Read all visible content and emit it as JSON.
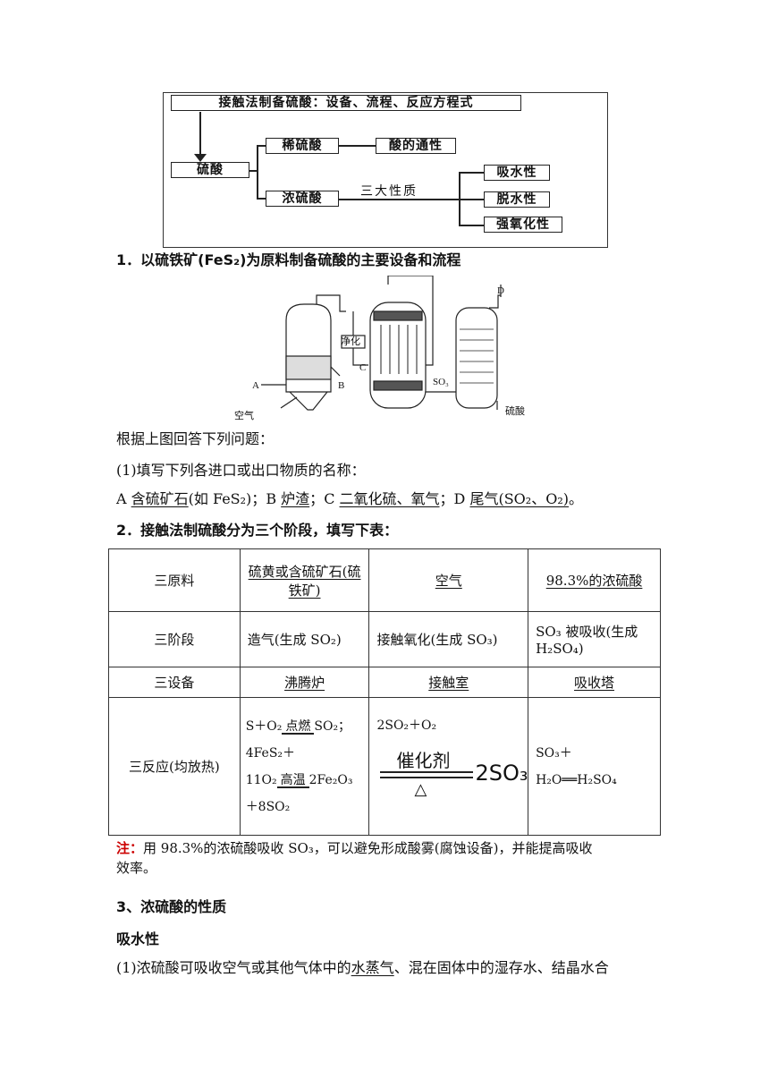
{
  "concept_map": {
    "top": "接触法制备硫酸：设备、流程、反应方程式",
    "root": "硫酸",
    "dilute": "稀硫酸",
    "dilute_prop": "酸的通性",
    "conc": "浓硫酸",
    "three_props_label": "三大性质",
    "props": [
      "吸水性",
      "脱水性",
      "强氧化性"
    ]
  },
  "section1": {
    "heading": "1．以硫铁矿(FeS₂)为原料制备硫酸的主要设备和流程",
    "diagram_labels": {
      "purify": "净化",
      "air": "空气",
      "a": "A",
      "b": "B",
      "c": "C",
      "d": "D",
      "so3": "SO₃",
      "acid": "硫酸"
    },
    "intro": "根据上图回答下列问题：",
    "q1": "(1)填写下列各进口或出口物质的名称：",
    "answer": {
      "a_label": "A ",
      "a": "含硫矿石",
      "a_tail": "(如 FeS₂)；",
      "b_label": "B ",
      "b": "炉渣",
      "b_tail": "；",
      "c_label": "C ",
      "c": "二氧化硫、氧气",
      "c_tail": "；",
      "d_label": "D ",
      "d": "尾气(SO₂、O₂)",
      "d_tail": "。"
    }
  },
  "section2": {
    "heading": "2．接触法制硫酸分为三个阶段，填写下表：",
    "table": {
      "row1": [
        "三原料",
        "硫黄或含硫矿石(硫铁矿)",
        "空气",
        "98.3%的浓硫酸"
      ],
      "row2": [
        "三阶段",
        "造气(生成 SO₂)",
        "接触氧化(生成 SO₃)",
        "SO₃ 被吸收(生成 H₂SO₄)"
      ],
      "row3": [
        "三设备",
        "沸腾炉",
        "接触室",
        "吸收塔"
      ],
      "row4_label": "三反应(均放热)",
      "r1_line1": "S＋O₂",
      "r1_cond1": "点燃",
      "r1_tail1": "SO₂；",
      "r1_line2": "4FeS₂＋",
      "r1_line3": "11O₂",
      "r1_cond2": "高温",
      "r1_tail3": "2Fe₂O₃",
      "r1_line4": "＋8SO₂",
      "r2_line1": "2SO₂＋O₂",
      "r2_cat": "催化剂",
      "r2_heat": "△",
      "r2_prod": "2SO₃",
      "r3_line1": "SO₃＋",
      "r3_line2": "H₂O══H₂SO₄"
    },
    "note_label": "注：",
    "note_text": "用 98.3%的浓硫酸吸收 SO₃，可以避免形成酸雾(腐蚀设备)，并能提高吸收",
    "note_text2": "效率。"
  },
  "section3": {
    "heading": "3、浓硫酸的性质",
    "sub": "吸水性",
    "p1_pre": "(1)浓硫酸可吸收空气或其他气体中的",
    "p1_u": "水蒸气",
    "p1_post": "、混在固体中的湿存水、结晶水合"
  }
}
